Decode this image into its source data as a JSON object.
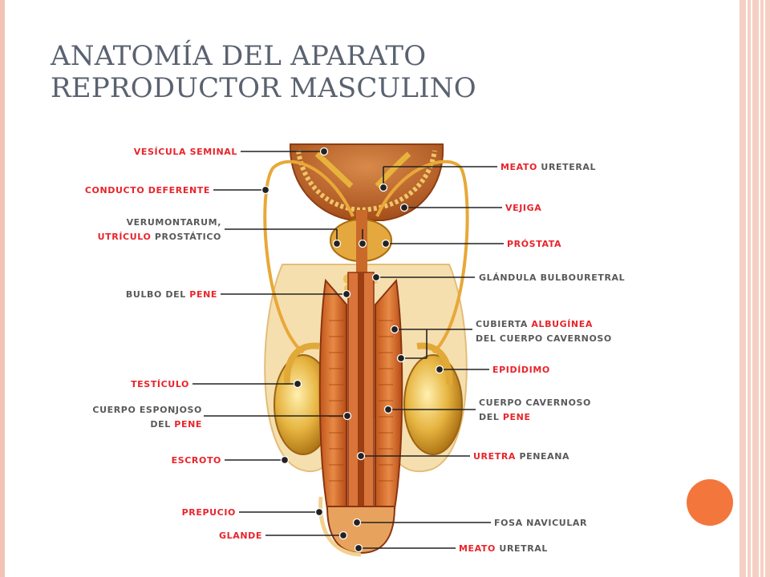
{
  "slide": {
    "title_line1": "ANATOMÍA DEL APARATO",
    "title_line2": "REPRODUCTOR MASCULINO"
  },
  "colors": {
    "accent_circle": "#f3763c",
    "frame": "#f6cfc4",
    "label_red": "#e8242b",
    "label_gray": "#58595b",
    "title": "#5a6270"
  },
  "labels": {
    "vesicula_seminal": "VESÍCULA SEMINAL",
    "conducto_deferente": "CONDUCTO DEFERENTE",
    "verumontarum_1": "VERUMONTARUM,",
    "utriculo": "UTRÍCULO",
    "prostatico": " PROSTÁTICO",
    "bulbo_del": "BULBO DEL ",
    "pene": "PENE",
    "testiculo": "TESTÍCULO",
    "cuerpo_esponjoso": "CUERPO ESPONJOSO",
    "del": "DEL ",
    "escroto": "ESCROTO",
    "prepucio": "PREPUCIO",
    "glande": "GLANDE",
    "meato": "MEATO",
    "ureteral": " URETERAL",
    "vejiga": "VEJIGA",
    "prostata": "PRÓSTATA",
    "glandula_bulbouretral": "GLÁNDULA BULBOURETRAL",
    "cubierta": "CUBIERTA ",
    "albuginea": "ALBUGÍNEA",
    "del_cuerpo_cavernoso": "DEL CUERPO CAVERNOSO",
    "epididimo": "EPIDÍDIMO",
    "cuerpo_cavernoso": "CUERPO CAVERNOSO",
    "uretra": "URETRA",
    "peneana": " PENEANA",
    "fosa_navicular": "FOSA NAVICULAR",
    "uretral": " URETRAL"
  }
}
